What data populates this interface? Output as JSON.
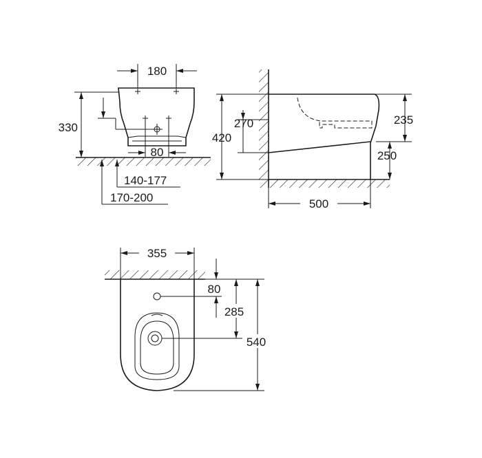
{
  "front_view": {
    "width_180": "180",
    "height_330": "330",
    "spacing_80": "80",
    "range_140_177": "140-177",
    "range_170_200": "170-200"
  },
  "side_view": {
    "height_270": "270",
    "height_420": "420",
    "height_235": "235",
    "height_250": "250",
    "depth_500": "500"
  },
  "top_view": {
    "width_355": "355",
    "offset_80": "80",
    "offset_285": "285",
    "length_540": "540"
  }
}
